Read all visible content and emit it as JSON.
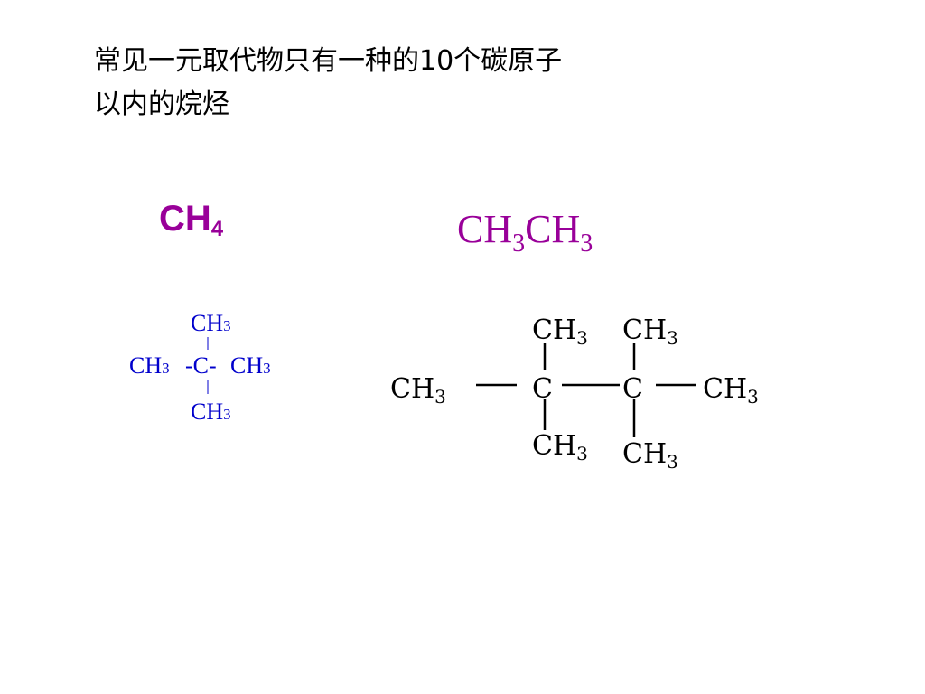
{
  "title": {
    "line1": "常见一元取代物只有一种的10个碳原子",
    "line2": "以内的烷烃"
  },
  "methane": {
    "main": "CH",
    "sub": "4"
  },
  "ethane": {
    "a": "CH",
    "a_sub": "3",
    "b": "CH",
    "b_sub": "3"
  },
  "neopentane": {
    "top": "CH",
    "top_sub": "3",
    "left": "CH",
    "left_sub": "3",
    "center": "-C-",
    "right": "CH",
    "right_sub": "3",
    "bottom": "CH",
    "bottom_sub": "3",
    "color": "#0000cc"
  },
  "hexamethylethane": {
    "upper_left": "CH",
    "upper_left_sub": "3",
    "upper_right": "CH",
    "upper_right_sub": "3",
    "left": "CH",
    "left_sub": "3",
    "carbon_1": "C",
    "carbon_2": "C",
    "right": "CH",
    "right_sub": "3",
    "lower_left": "CH",
    "lower_left_sub": "3",
    "lower_right": "CH",
    "lower_right_sub": "3"
  },
  "colors": {
    "formula_purple": "#990099",
    "structure_blue": "#0000cc",
    "text": "#000000"
  }
}
